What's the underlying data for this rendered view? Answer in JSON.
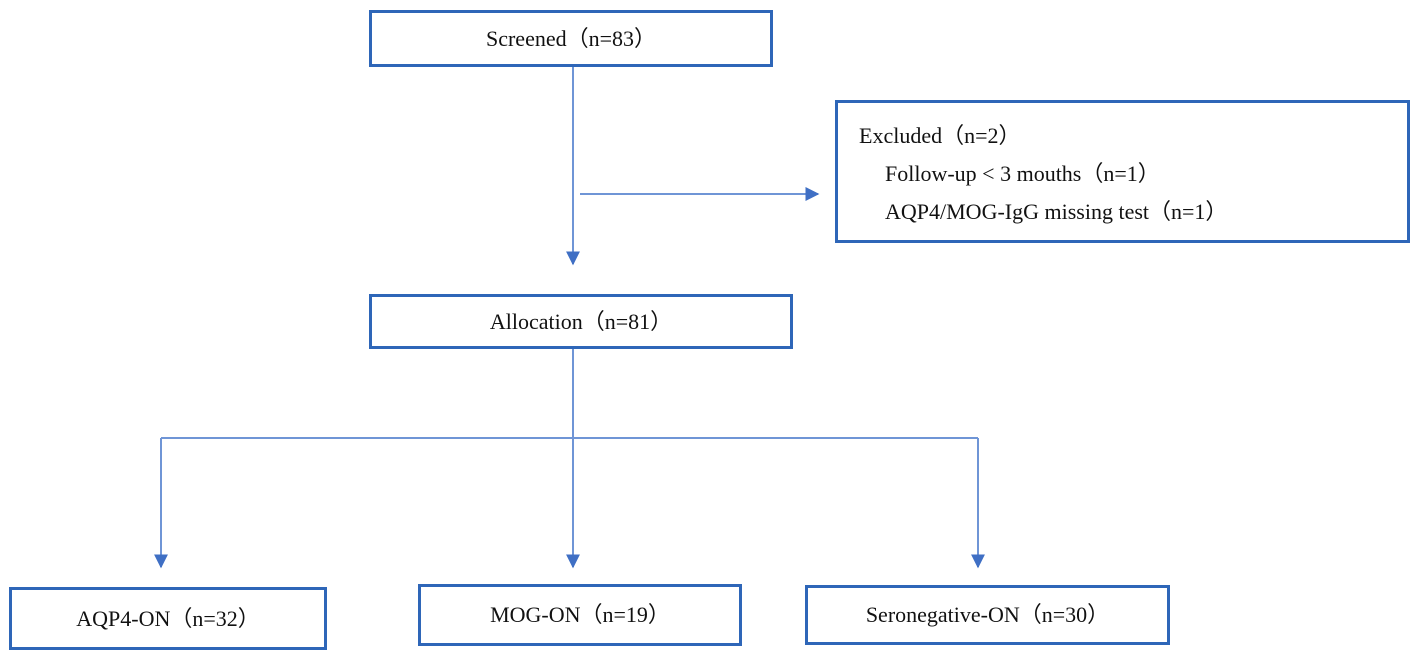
{
  "nodes": {
    "screened": "Screened（n=83）",
    "excluded": {
      "title": "Excluded（n=2）",
      "items": [
        "Follow-up < 3 mouths（n=1）",
        "AQP4/MOG-IgG missing test（n=1）"
      ]
    },
    "allocation": "Allocation（n=81）",
    "groups": [
      "AQP4-ON（n=32）",
      "MOG-ON（n=19）",
      "Seronegative-ON（n=30）"
    ]
  },
  "colors": {
    "box_border": "#2E66B8",
    "line": "#6F95D6",
    "arrowhead": "#3F6FC4",
    "text": "#111111"
  }
}
